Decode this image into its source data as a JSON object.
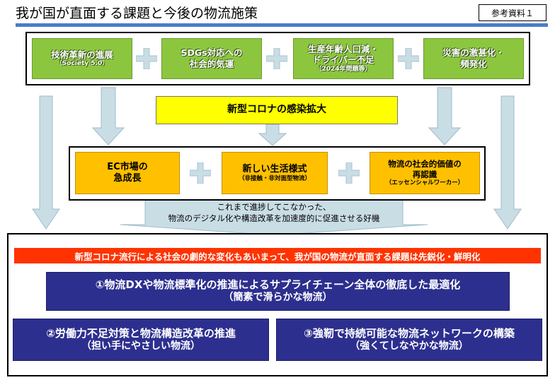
{
  "header": {
    "title": "我が国が直面する課題と今後の物流施策",
    "ref_label": "参考資料１"
  },
  "top_factors": [
    {
      "label": "技術革新の進展",
      "sub": "（Society 5.0）"
    },
    {
      "label": "SDGs対応への\n社会的気運",
      "sub": ""
    },
    {
      "label": "生産年齢人口減・\nドライバー不足",
      "sub": "（2024年問題等）"
    },
    {
      "label": "災害の激甚化・\n頻発化",
      "sub": ""
    }
  ],
  "covid": {
    "label": "新型コロナの感染拡大"
  },
  "middle_factors": [
    {
      "label": "EC市場の\n急成長",
      "sub": ""
    },
    {
      "label": "新しい生活様式",
      "sub": "（非接触・非対面型物流）"
    },
    {
      "label": "物流の社会的価値の\n再認識",
      "sub": "（エッセンシャルワーカー）"
    }
  ],
  "caption": {
    "line1": "これまで進捗してこなかった、",
    "line2": "物流のデジタル化や構造改革を加速度的に促進させる好機"
  },
  "banner": "新型コロナ流行による社会の劇的な変化もあいまって、我が国の物流が直面する課題は先鋭化・鮮明化",
  "policies": [
    {
      "label": "①物流DXや物流標準化の推進によるサプライチェーン全体の徹底した最適化",
      "sub": "（簡素で滑らかな物流）"
    },
    {
      "label": "②労働力不足対策と物流構造改革の推進",
      "sub": "（担い手にやさしい物流）"
    },
    {
      "label": "③強靭で持続可能な物流ネットワークの構築",
      "sub": "（強くてしなやかな物流）"
    }
  ],
  "colors": {
    "accent_rule": "#4a7dc8",
    "green": "#8cc63f",
    "orange": "#ffc000",
    "yellow": "#ffff00",
    "red": "#ff3300",
    "navy": "#2d2f8f",
    "arrow": "#c9dde5"
  },
  "icons": [
    "plus-icon",
    "down-arrow-icon"
  ]
}
